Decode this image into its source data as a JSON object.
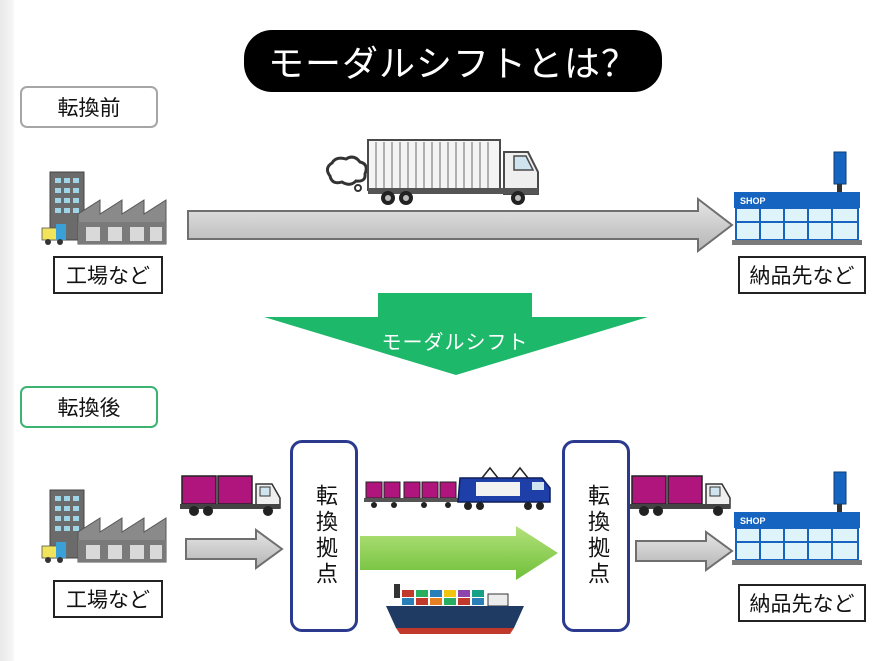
{
  "title": "モーダルシフトとは？",
  "before": {
    "label": "転換前",
    "origin": "工場など",
    "destination": "納品先など"
  },
  "shift_label": "モーダルシフト",
  "after": {
    "label": "転換後",
    "origin": "工場など",
    "destination": "納品先など",
    "hub_left": "転換拠点",
    "hub_right": "転換拠点"
  },
  "store_sign": "SHOP",
  "colors": {
    "title_bg": "#000000",
    "shift_arrow": "#1db86a",
    "rail_arrow": "#8fd14f",
    "road_arrow": "#bfbfbf",
    "hub_border": "#2b3a8f",
    "store_blue": "#1565c0",
    "container_magenta": "#b0157e"
  }
}
